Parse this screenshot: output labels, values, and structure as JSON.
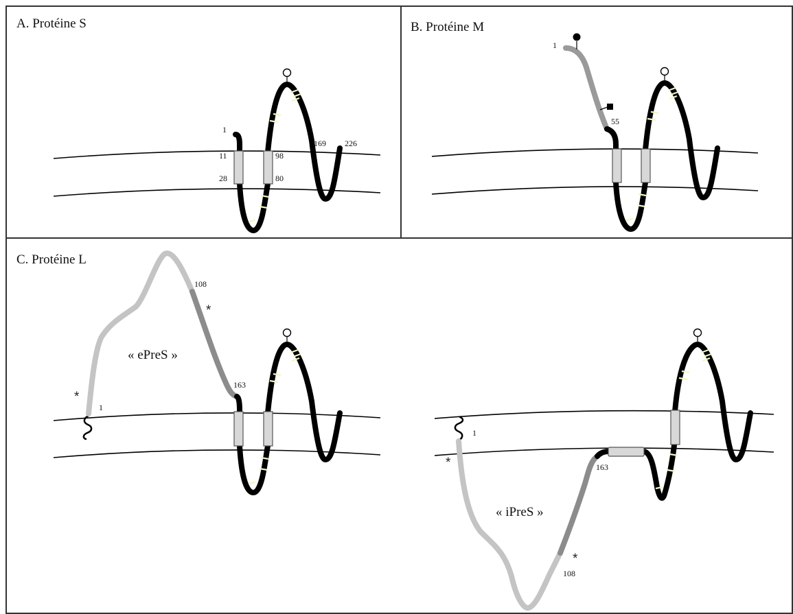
{
  "panels": {
    "a": {
      "title": "A. Protéine S",
      "residues": {
        "n_term": "1",
        "tm1_start": "11",
        "tm1_end": "28",
        "tm2_start": "80",
        "tm2_end": "98",
        "loop_169": "169",
        "c_term": "226"
      }
    },
    "b": {
      "title": "B. Protéine M",
      "residues": {
        "n_term": "1",
        "pres2_end": "55"
      }
    },
    "c": {
      "title": "C. Protéine L",
      "epres": {
        "label": "« ePreS »",
        "n_term": "1",
        "r108": "108",
        "r163": "163",
        "star": "*"
      },
      "ipres": {
        "label": "« iPreS »",
        "n_term": "1",
        "r108": "108",
        "r163": "163",
        "star": "*"
      }
    }
  },
  "colors": {
    "chain": "#000000",
    "pres1": "#c4c4c4",
    "pres2": "#8c8c8c",
    "transmembrane": "#d8d8d8",
    "band": "#f2f7c4"
  }
}
